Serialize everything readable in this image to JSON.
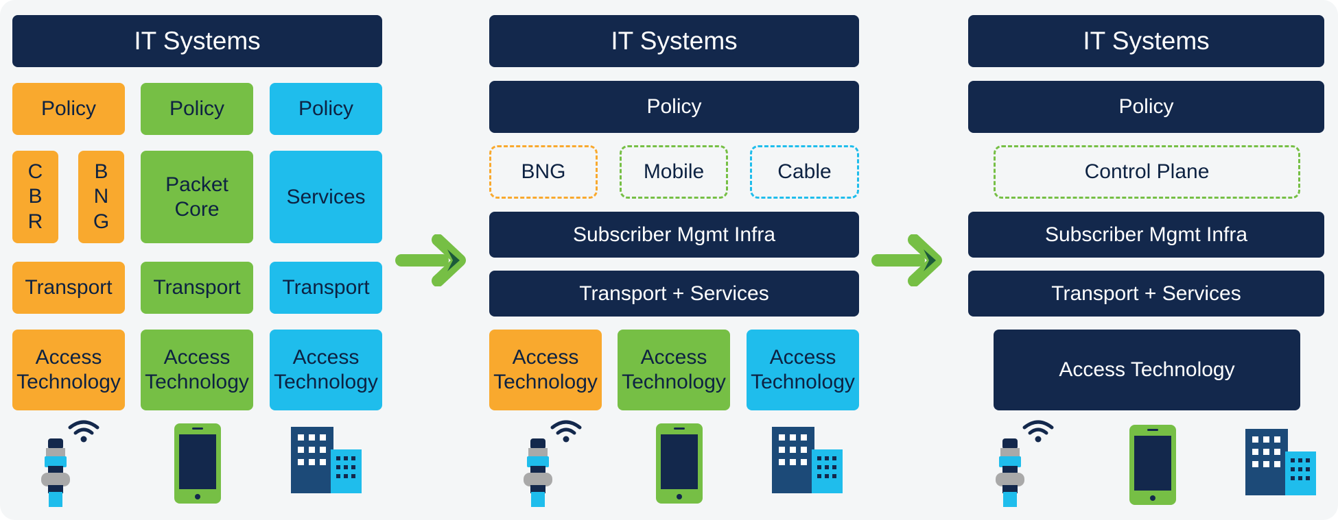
{
  "colors": {
    "navy": "#13284c",
    "orange": "#f9a92e",
    "green": "#76bf45",
    "blue": "#1fbdec",
    "background": "#f4f6f7"
  },
  "icons": [
    "cable-connector-wifi-icon",
    "smartphone-icon",
    "office-building-icon",
    "arrow-right-icon"
  ],
  "panel1": {
    "title": "IT Systems",
    "policy": [
      "Policy",
      "Policy",
      "Policy"
    ],
    "cbr": "C\nB\nR",
    "bng": "B\nN\nG",
    "packet_core": "Packet\nCore",
    "services": "Services",
    "transport": [
      "Transport",
      "Transport",
      "Transport"
    ],
    "access": [
      "Access\nTechnology",
      "Access\nTechnology",
      "Access\nTechnology"
    ]
  },
  "panel2": {
    "title": "IT Systems",
    "policy": "Policy",
    "functions": [
      "BNG",
      "Mobile",
      "Cable"
    ],
    "subscriber": "Subscriber Mgmt Infra",
    "transport": "Transport + Services",
    "access": [
      "Access\nTechnology",
      "Access\nTechnology",
      "Access\nTechnology"
    ]
  },
  "panel3": {
    "title": "IT Systems",
    "policy": "Policy",
    "control_plane": "Control Plane",
    "subscriber": "Subscriber Mgmt Infra",
    "transport": "Transport + Services",
    "access": "Access Technology"
  }
}
